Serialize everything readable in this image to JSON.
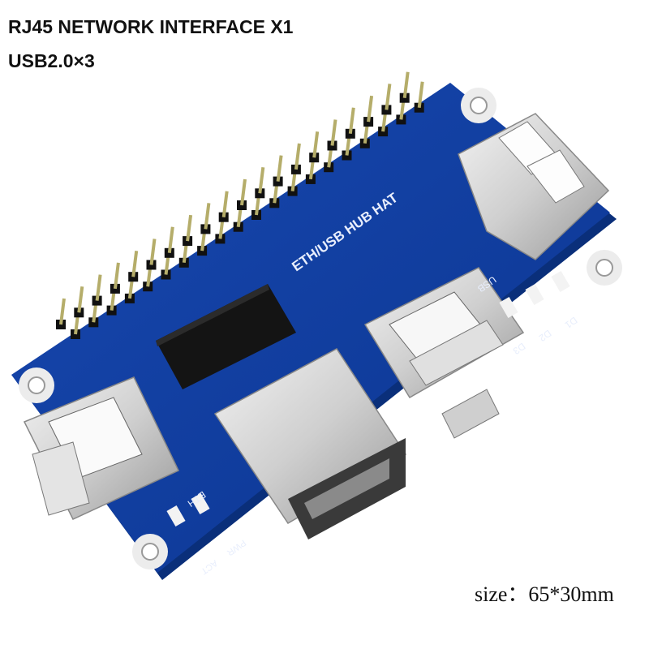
{
  "captions": {
    "line1": "RJ45 NETWORK INTERFACE X1",
    "line2": "USB2.0×3",
    "size": "size：65*30mm"
  },
  "board": {
    "silkscreen": {
      "title": "ETH/USB HUB HAT",
      "usb": "USB",
      "eth": "ETH",
      "pwr": "PWR",
      "act": "ACT",
      "d1": "D1",
      "d2": "D2",
      "d3": "D3"
    },
    "colors": {
      "pcb": "#0f3f9c",
      "pcb_edge": "#0a2f7a",
      "metal": "#d8d8d8",
      "chip": "#151515",
      "header_pin": "#c9c07a"
    }
  }
}
